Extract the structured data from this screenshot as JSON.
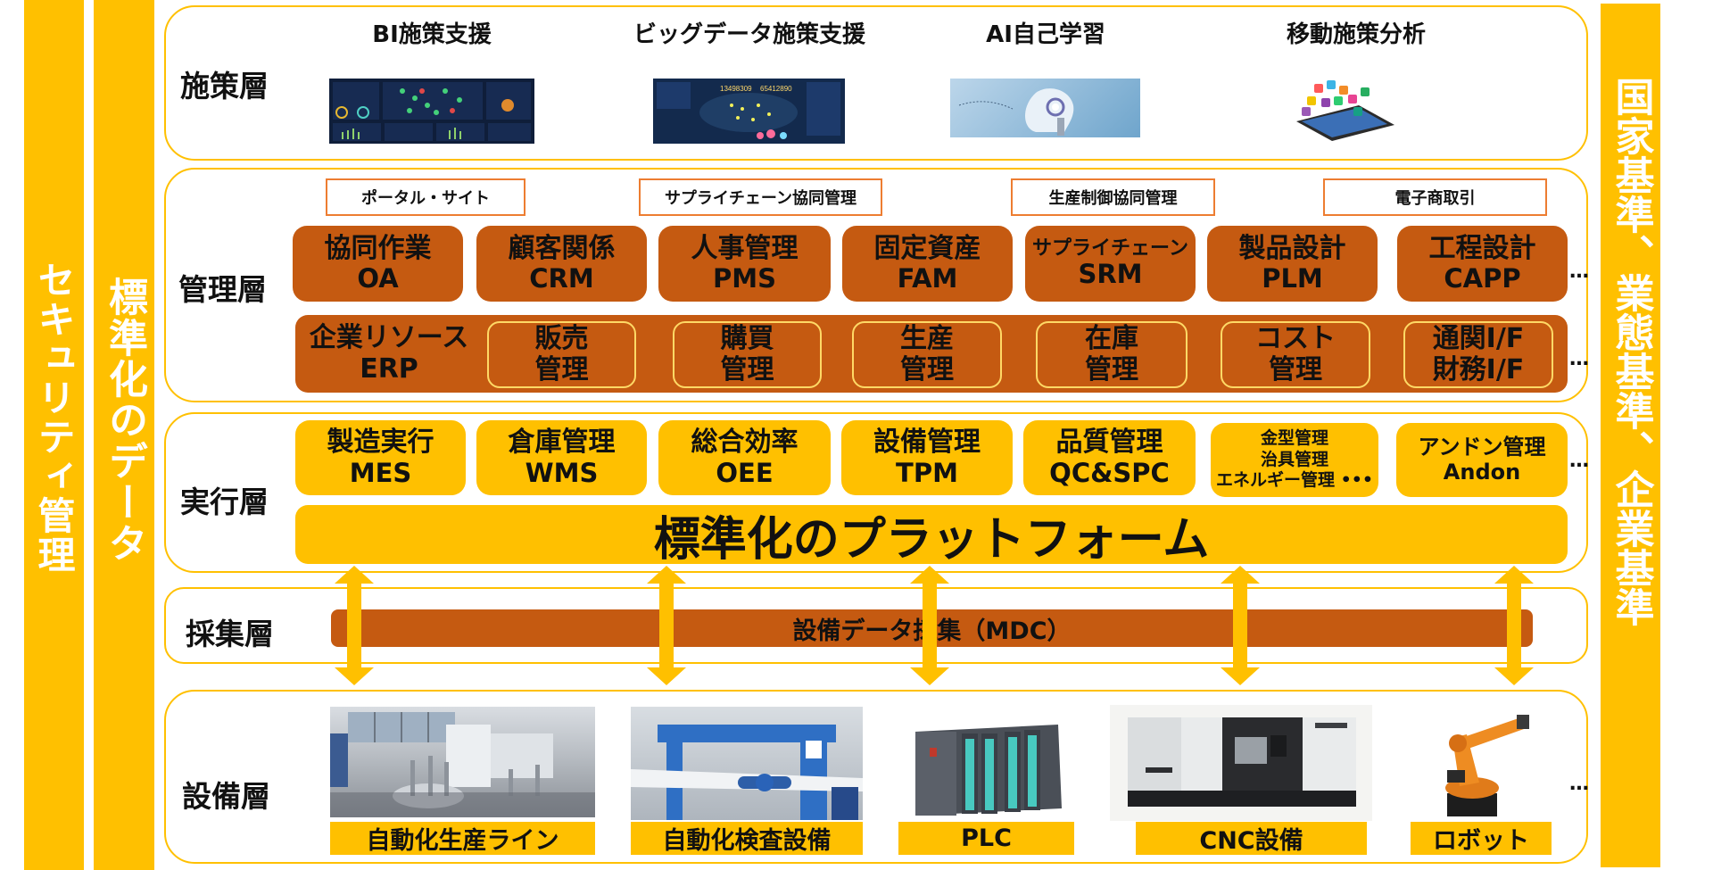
{
  "side_bars": {
    "security": "セキュリティ管理",
    "standard_data": "標準化のデータ",
    "standards": "国家基準、業態基準、企業基準"
  },
  "colors": {
    "accent_yellow": "#FFC000",
    "accent_brown": "#C55A11",
    "portal_border": "#ED7D31",
    "inner_border": "#FFD966"
  },
  "layers": {
    "policy": {
      "label": "施策層",
      "items": [
        {
          "title": "BI施策支援",
          "image": "bi-dashboard-image"
        },
        {
          "title": "ビッグデータ施策支援",
          "image": "big-data-map-image"
        },
        {
          "title": "AI自己学習",
          "image": "ai-robot-head-image"
        },
        {
          "title": "移動施策分析",
          "image": "mobile-apps-image"
        }
      ]
    },
    "management": {
      "label": "管理層",
      "portals": [
        "ポータル・サイト",
        "サプライチェーン協同管理",
        "生産制御協同管理",
        "電子商取引"
      ],
      "systems": [
        {
          "name": "協同作業",
          "code": "OA"
        },
        {
          "name": "顧客関係",
          "code": "CRM"
        },
        {
          "name": "人事管理",
          "code": "PMS"
        },
        {
          "name": "固定資産",
          "code": "FAM"
        },
        {
          "name": "サプライチェーン",
          "code": "SRM"
        },
        {
          "name": "製品設計",
          "code": "PLM"
        },
        {
          "name": "工程設計",
          "code": "CAPP"
        }
      ],
      "erp": {
        "name": "企業リソース",
        "code": "ERP",
        "modules": [
          {
            "line1": "販売",
            "line2": "管理"
          },
          {
            "line1": "購買",
            "line2": "管理"
          },
          {
            "line1": "生産",
            "line2": "管理"
          },
          {
            "line1": "在庫",
            "line2": "管理"
          },
          {
            "line1": "コスト",
            "line2": "管理"
          },
          {
            "line1": "通関I/F",
            "line2": "財務I/F"
          }
        ]
      },
      "more": "…"
    },
    "execution": {
      "label": "実行層",
      "systems": [
        {
          "name": "製造実行",
          "code": "MES"
        },
        {
          "name": "倉庫管理",
          "code": "WMS"
        },
        {
          "name": "総合効率",
          "code": "OEE"
        },
        {
          "name": "設備管理",
          "code": "TPM"
        },
        {
          "name": "品質管理",
          "code": "QC&SPC"
        }
      ],
      "misc": [
        "金型管理",
        "治具管理",
        "エネルギー管理 •••"
      ],
      "andon": {
        "name": "アンドン管理",
        "code": "Andon"
      },
      "platform": "標準化のプラットフォーム",
      "more": "…"
    },
    "collection": {
      "label": "採集層",
      "bar": "設備データ採集（MDC）"
    },
    "device": {
      "label": "設備層",
      "items": [
        {
          "title": "自動化生産ライン",
          "image": "production-line-image"
        },
        {
          "title": "自動化検査設備",
          "image": "inspection-equipment-image"
        },
        {
          "title": "PLC",
          "image": "plc-image"
        },
        {
          "title": "CNC設備",
          "image": "cnc-machine-image"
        },
        {
          "title": "ロボット",
          "image": "robot-arm-image"
        }
      ],
      "more": "…"
    }
  }
}
